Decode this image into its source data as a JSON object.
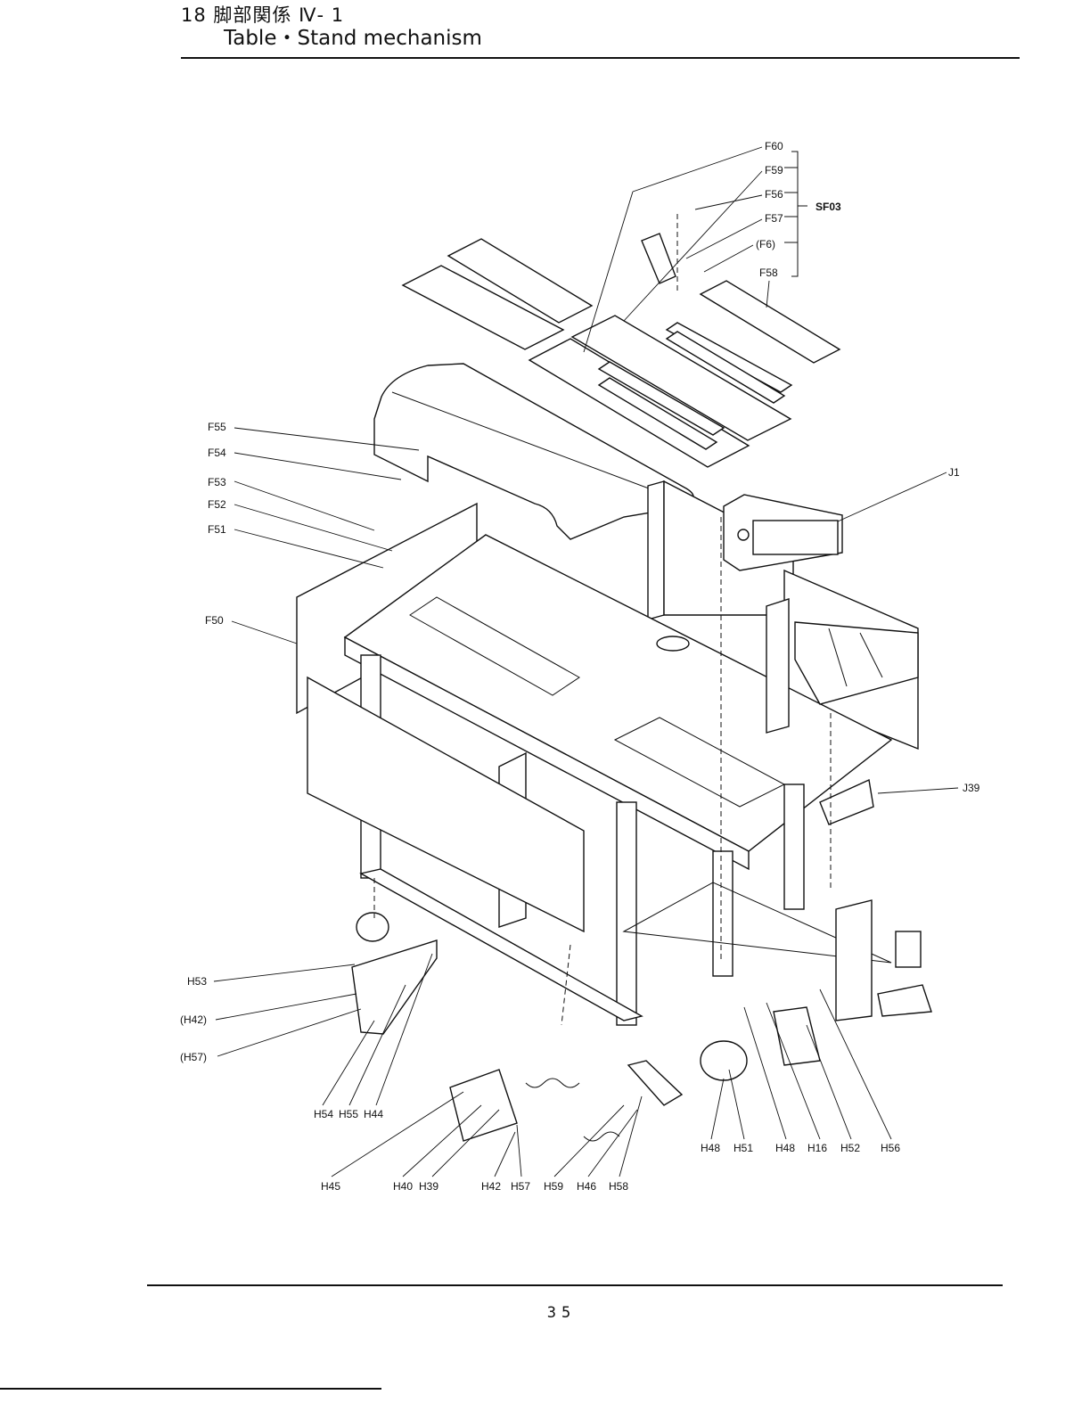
{
  "header": {
    "line1": "18 脚部関係 Ⅳ- 1",
    "line2": "Table・Stand mechanism"
  },
  "page_number": "35",
  "callouts": {
    "F60": "F60",
    "F59": "F59",
    "F56": "F56",
    "F57": "F57",
    "F6": "(F6)",
    "F58": "F58",
    "SF03": "SF03",
    "J1": "J1",
    "J39": "J39",
    "F55": "F55",
    "F54": "F54",
    "F53": "F53",
    "F52": "F52",
    "F51": "F51",
    "F50": "F50",
    "H53": "H53",
    "H42p": "(H42)",
    "H57p": "(H57)",
    "H54": "H54",
    "H55": "H55",
    "H44": "H44",
    "H45": "H45",
    "H40": "H40",
    "H39": "H39",
    "H42": "H42",
    "H57": "H57",
    "H59": "H59",
    "H46": "H46",
    "H58": "H58",
    "H48a": "H48",
    "H51": "H51",
    "H48b": "H48",
    "H16": "H16",
    "H52": "H52",
    "H56": "H56"
  }
}
